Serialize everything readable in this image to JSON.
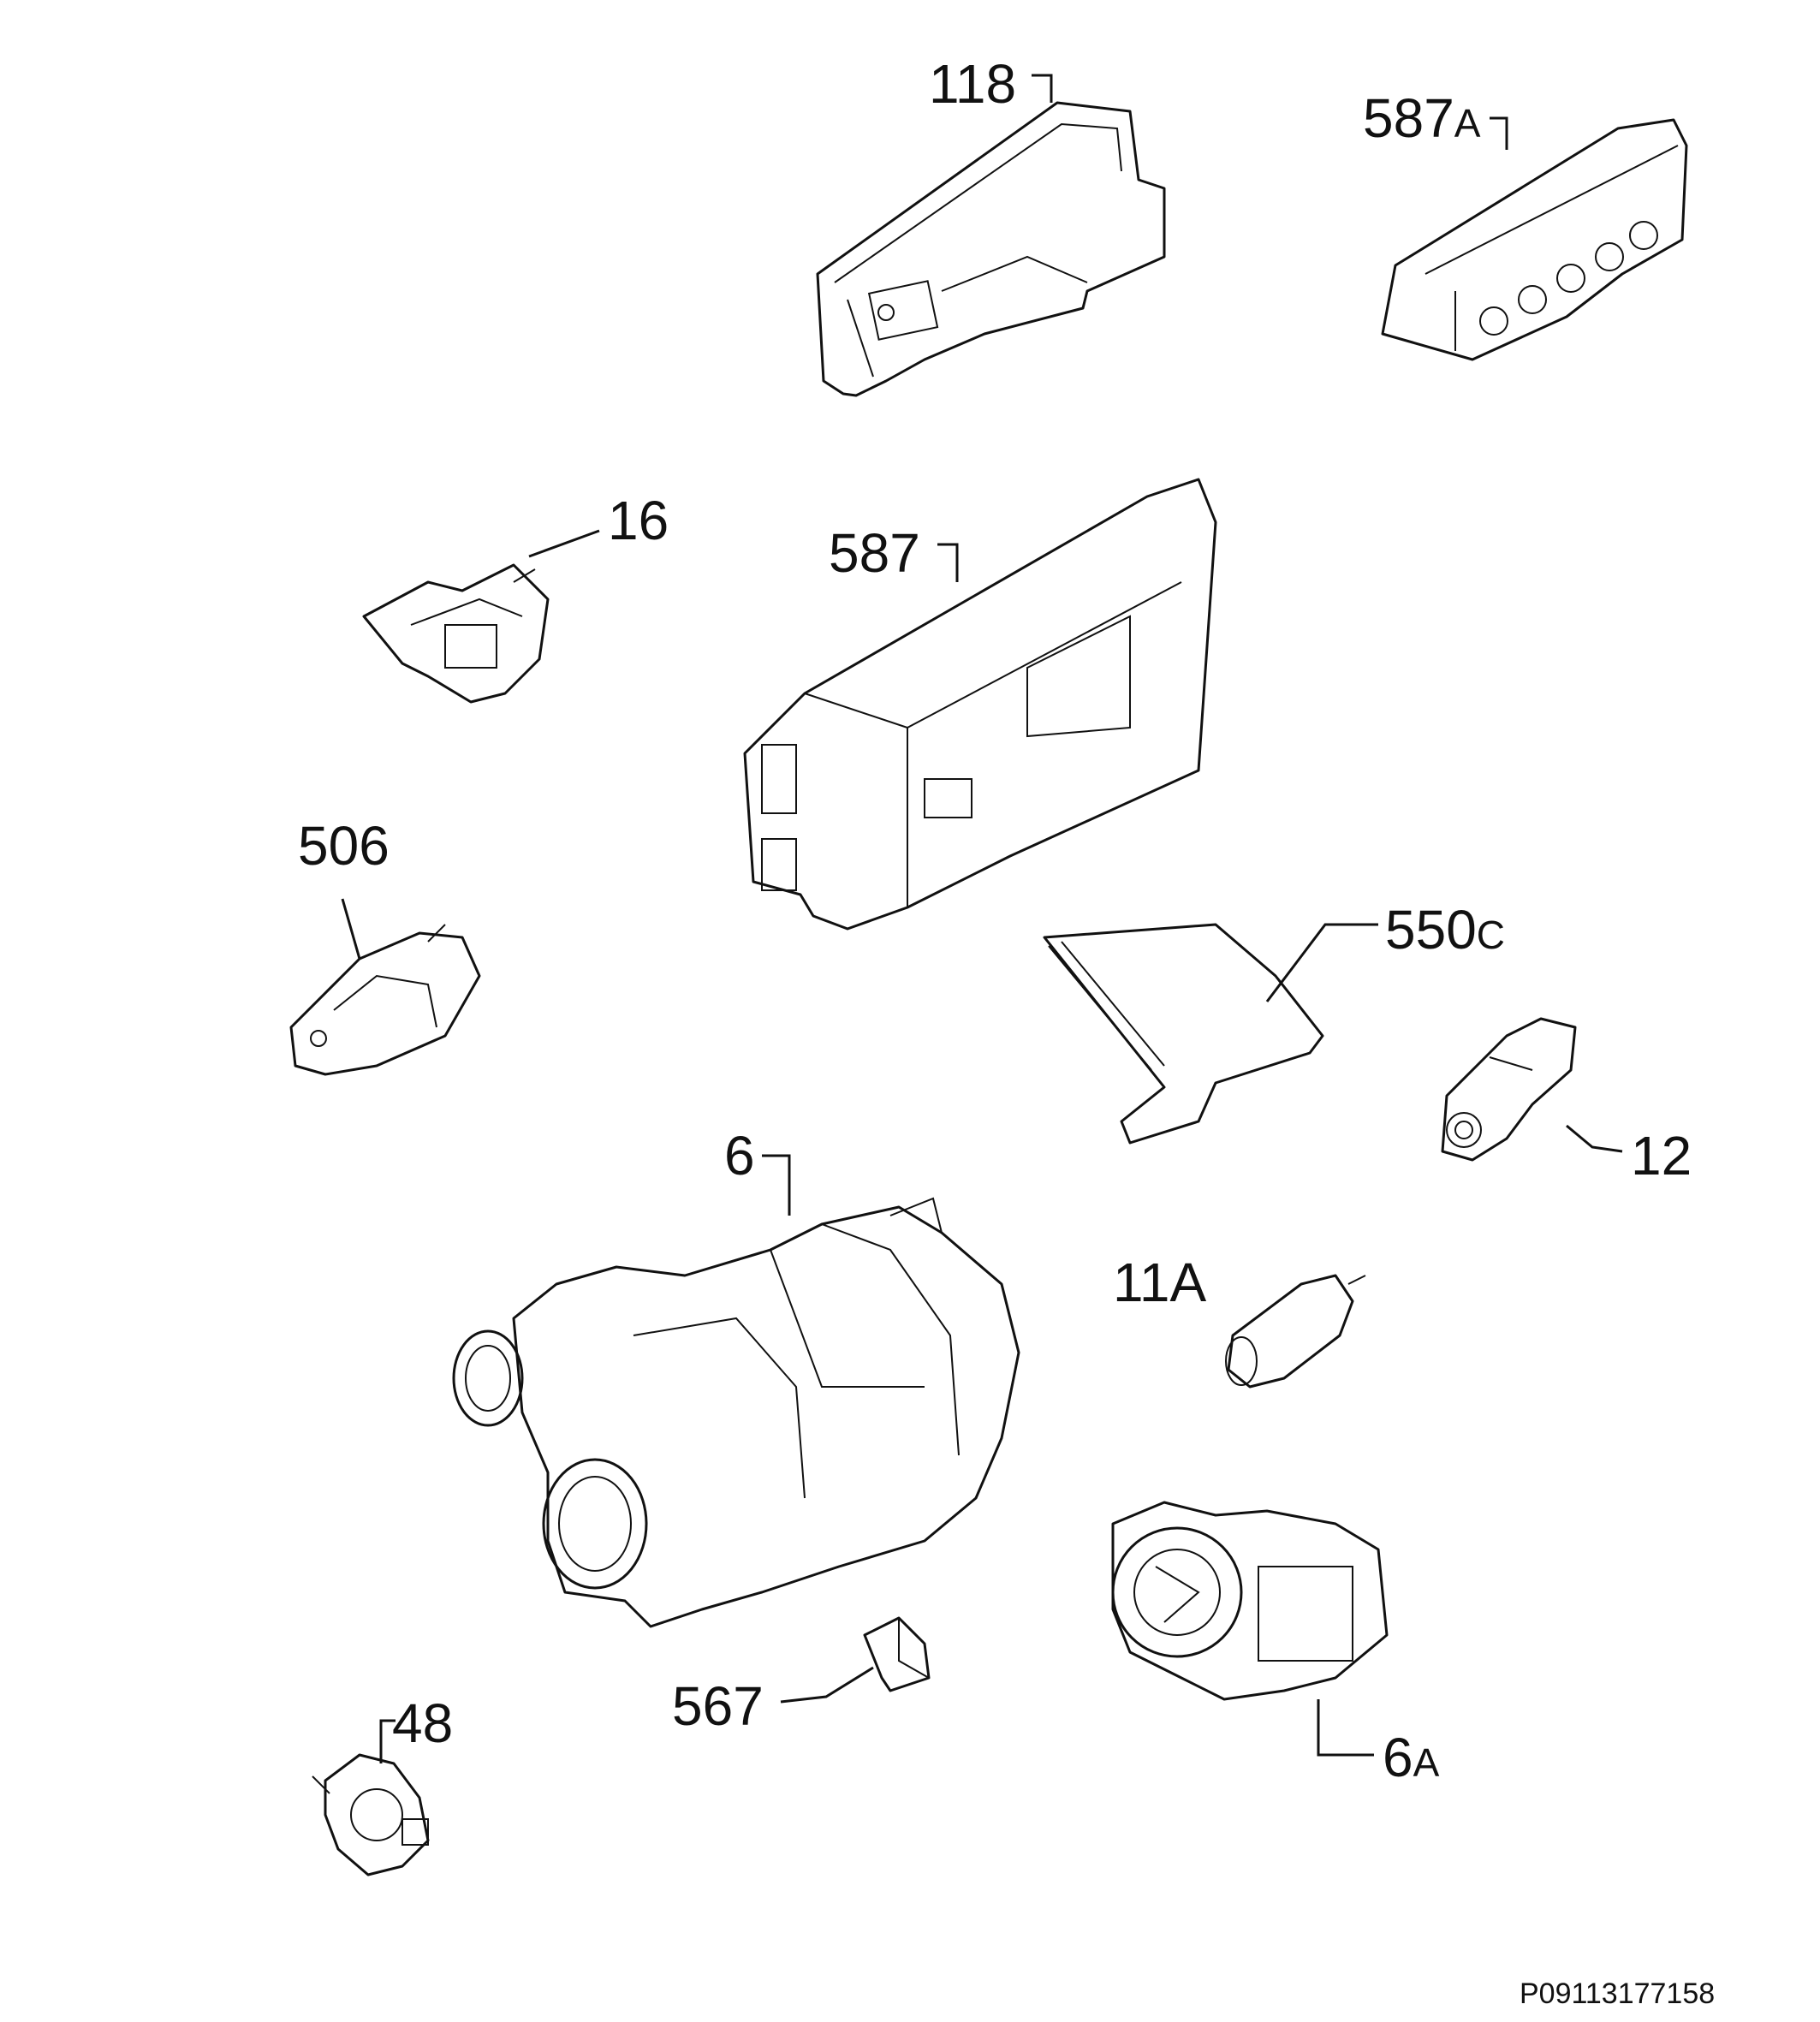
{
  "callouts": [
    {
      "id": "118",
      "text": "118",
      "suffix": ""
    },
    {
      "id": "587a",
      "text": "587",
      "suffix": "A"
    },
    {
      "id": "16",
      "text": "16",
      "suffix": ""
    },
    {
      "id": "587",
      "text": "587",
      "suffix": ""
    },
    {
      "id": "506",
      "text": "506",
      "suffix": ""
    },
    {
      "id": "550c",
      "text": "550",
      "suffix": "C"
    },
    {
      "id": "12",
      "text": "12",
      "suffix": ""
    },
    {
      "id": "6",
      "text": "6",
      "suffix": ""
    },
    {
      "id": "11a",
      "text": "11A",
      "suffix": ""
    },
    {
      "id": "567",
      "text": "567",
      "suffix": ""
    },
    {
      "id": "48",
      "text": "48",
      "suffix": ""
    },
    {
      "id": "6a",
      "text": "6",
      "suffix": "A"
    }
  ],
  "diagram_code": "P09113177158",
  "colors": {
    "line": "#111111",
    "background": "#ffffff"
  }
}
